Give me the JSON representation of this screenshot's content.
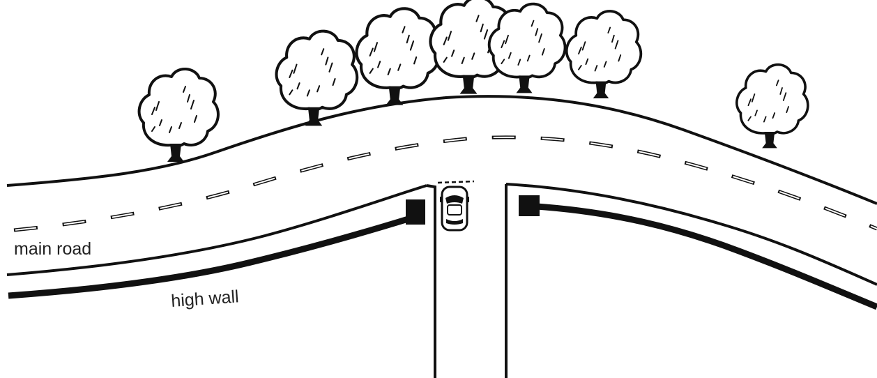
{
  "labels": {
    "main_road": "main road",
    "high_wall": "high wall"
  },
  "colors": {
    "ink": "#111111",
    "background": "#ffffff"
  },
  "trees": [
    "tree",
    "tree",
    "tree",
    "tree",
    "tree",
    "tree",
    "tree"
  ],
  "icons": {
    "car": "car-icon",
    "tree": "tree-icon",
    "gate_post": "gate-post-icon"
  }
}
